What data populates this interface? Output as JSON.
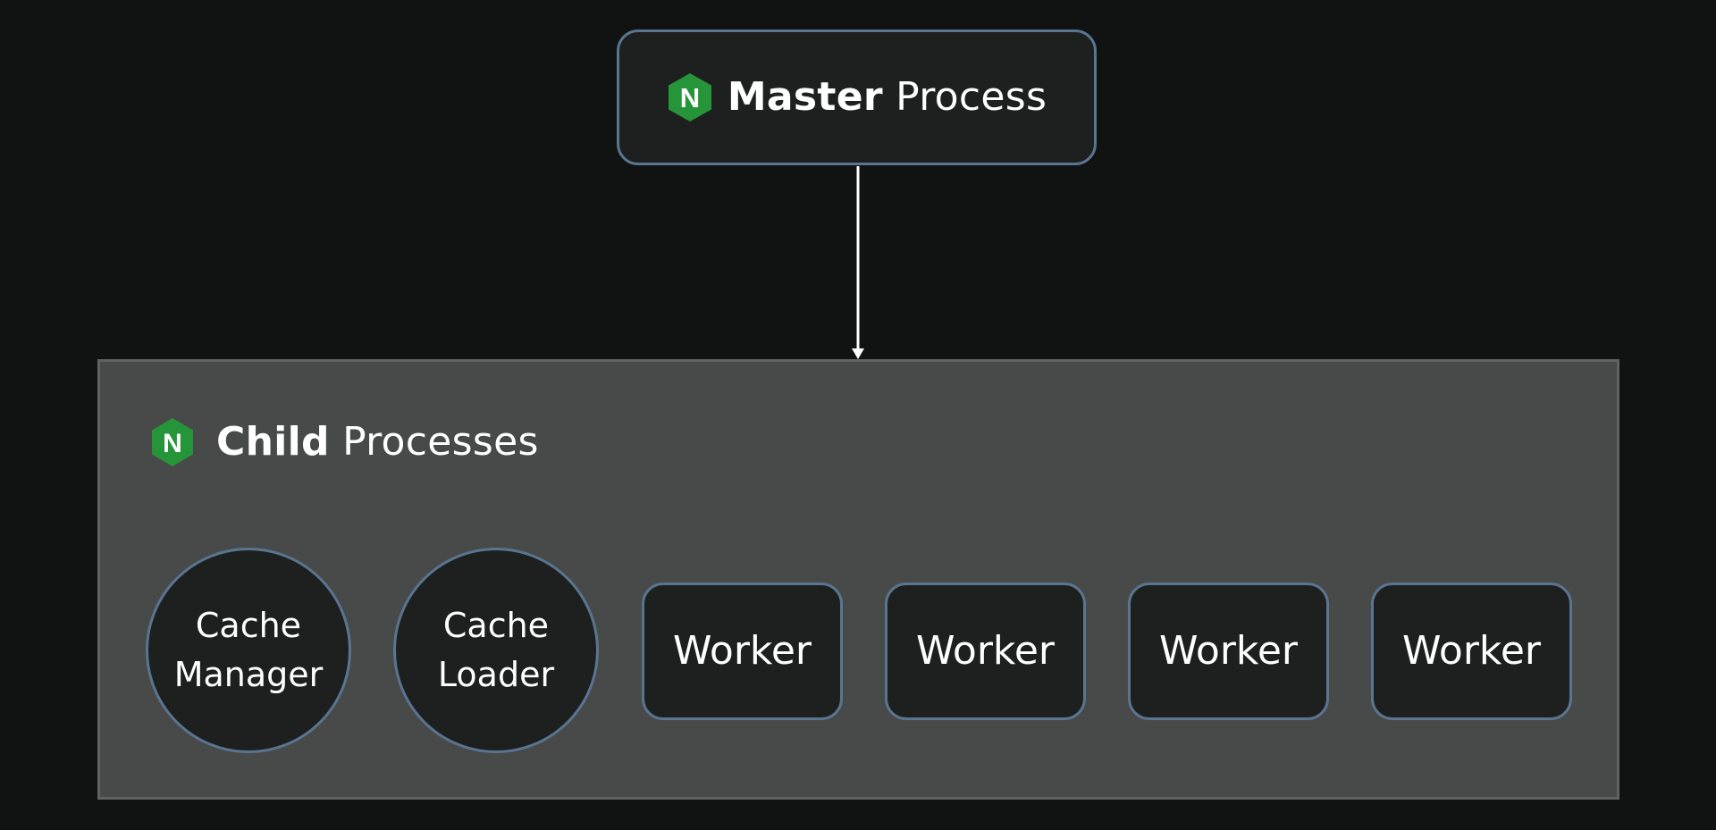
{
  "master": {
    "title_strong": "Master",
    "title_light": "Process",
    "logo_letter": "N",
    "logo_icon": "nginx-hexagon-icon"
  },
  "children": {
    "title_strong": "Child",
    "title_light": "Processes",
    "logo_letter": "N",
    "logo_icon": "nginx-hexagon-icon",
    "circles": [
      {
        "label": "Cache\nManager"
      },
      {
        "label": "Cache\nLoader"
      }
    ],
    "workers": [
      {
        "label": "Worker"
      },
      {
        "label": "Worker"
      },
      {
        "label": "Worker"
      },
      {
        "label": "Worker"
      }
    ]
  },
  "colors": {
    "background": "#111212",
    "node_fill": "#1e2020",
    "node_border": "#5a7590",
    "container_fill": "#484949",
    "container_border": "#606262",
    "logo_green": "#269539",
    "arrow": "#ffffff",
    "text": "#ffffff"
  }
}
